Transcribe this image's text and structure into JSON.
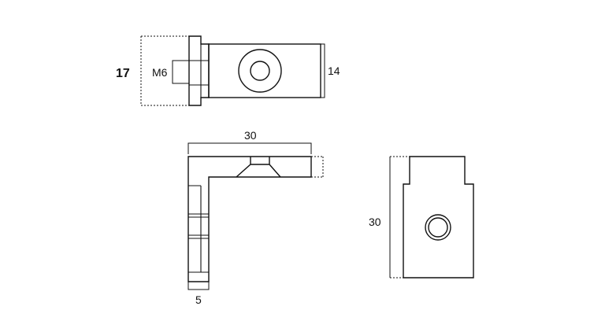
{
  "dimensions": {
    "top_height": "17",
    "thread": "M6",
    "top_inner": "14",
    "length": "30",
    "thickness": "5",
    "side_height": "30"
  },
  "colors": {
    "line": "#111111",
    "background": "#ffffff"
  }
}
